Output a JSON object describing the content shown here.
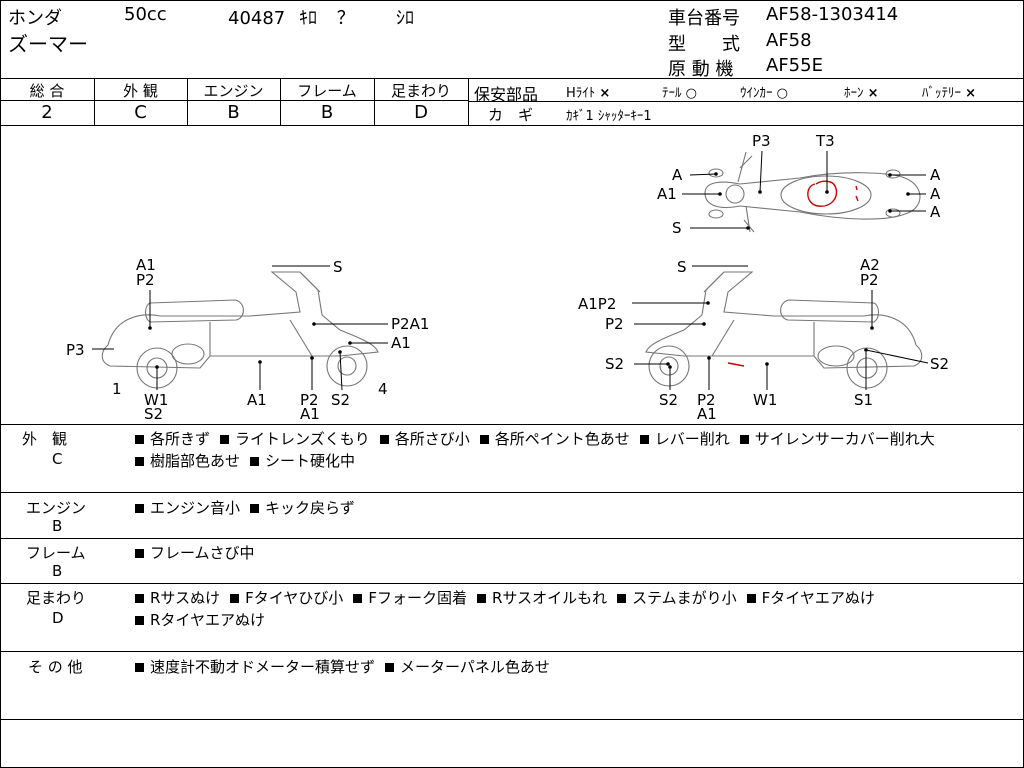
{
  "header": {
    "maker": "ホンダ",
    "displacement": "50cc",
    "mileage": "40487",
    "mileage_unit": "ｷﾛ",
    "mileage_flag": "？",
    "color": "ｼﾛ",
    "model_name": "ズーマー",
    "frame_no_label": "車台番号",
    "frame_no": "AF58-1303414",
    "type_label": "型　　式",
    "type": "AF58",
    "engine_label": "原 動 機",
    "engine": "AF55E"
  },
  "grades": {
    "items": [
      {
        "label": "総 合",
        "value": "2"
      },
      {
        "label": "外 観",
        "value": "C"
      },
      {
        "label": "エンジン",
        "value": "B"
      },
      {
        "label": "フレーム",
        "value": "B"
      },
      {
        "label": "足まわり",
        "value": "D"
      }
    ]
  },
  "safety": {
    "label": "保安部品",
    "items": [
      {
        "name": "Hﾗｲﾄ",
        "mark": "×"
      },
      {
        "name": "ﾃｰﾙ",
        "mark": "○"
      },
      {
        "name": "ｳｲﾝｶｰ",
        "mark": "○"
      },
      {
        "name": "ﾎｰﾝ",
        "mark": "×"
      },
      {
        "name": "ﾊﾞｯﾃﾘｰ",
        "mark": "×"
      }
    ],
    "key_label": "カ　ギ",
    "key_value": "ｶｷﾞ1 ｼｬｯﾀｰｷｰ1"
  },
  "diagram": {
    "top_view": [
      "P3",
      "T3",
      "A",
      "A1",
      "S",
      "A",
      "A",
      "A"
    ],
    "left_view": [
      "A1",
      "P2",
      "S",
      "P2A1",
      "A1",
      "P3",
      "1",
      "W1",
      "S2",
      "A1",
      "P2",
      "A1",
      "S2",
      "4"
    ],
    "right_view": [
      "S",
      "A2",
      "P2",
      "A1P2",
      "P2",
      "S2",
      "S2",
      "P2",
      "A1",
      "W1",
      "S1",
      "S2"
    ]
  },
  "details": [
    {
      "label": "外　観",
      "grade": "C",
      "items": [
        "各所きず",
        "ライトレンズくもり",
        "各所さび小",
        "各所ペイント色あせ",
        "レバー削れ",
        "サイレンサーカバー削れ大",
        "樹脂部色あせ",
        "シート硬化中"
      ]
    },
    {
      "label": "エンジン",
      "grade": "B",
      "items": [
        "エンジン音小",
        "キック戻らず"
      ]
    },
    {
      "label": "フレーム",
      "grade": "B",
      "items": [
        "フレームさび中"
      ]
    },
    {
      "label": "足まわり",
      "grade": "D",
      "items": [
        "Rサスぬけ",
        "Fタイヤひび小",
        "Fフォーク固着",
        "Rサスオイルもれ",
        "ステムまがり小",
        "Fタイヤエアぬけ",
        "Rタイヤエアぬけ"
      ]
    },
    {
      "label": "そ の 他",
      "grade": "",
      "items": [
        "速度計不動オドメーター積算せず",
        "メーターパネル色あせ"
      ]
    }
  ]
}
